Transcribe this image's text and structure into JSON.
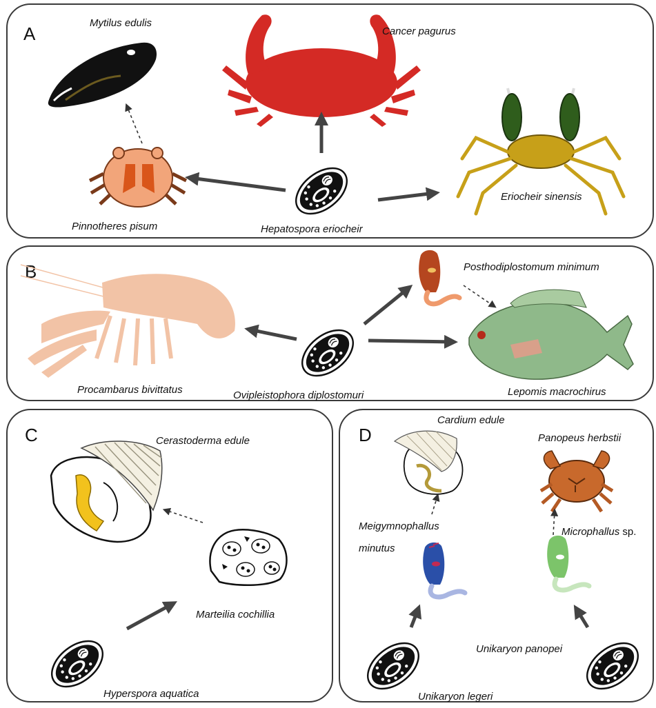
{
  "panels": {
    "A": {
      "letter": "A",
      "parasite": "Hepatospora eriocheir",
      "hosts": [
        "Mytilus edulis",
        "Cancer pagurus",
        "Pinnotheres pisum",
        "Eriocheir sinensis"
      ]
    },
    "B": {
      "letter": "B",
      "parasite": "Ovipleistophora diplostomuri",
      "hosts": [
        "Procambarus bivittatus",
        "Posthodiplostomum minimum",
        "Lepomis macrochirus"
      ]
    },
    "C": {
      "letter": "C",
      "parasite": "Hyperspora aquatica",
      "hosts": [
        "Cerastoderma edule",
        "Marteilia cochillia"
      ]
    },
    "D": {
      "letter": "D",
      "parasites": [
        "Unikaryon legeri",
        "Unikaryon panopei"
      ],
      "hosts": [
        "Cardium edule",
        "Panopeus herbstii",
        "Meigymnophallus",
        "minutus",
        "Microphallus"
      ],
      "suffix": " sp."
    }
  },
  "colors": {
    "border": "#3a3a3a",
    "arrow": "#444444",
    "mussel": "#111111",
    "crab_red": "#d42a25",
    "pea_crab": "#f2a57a",
    "mitten_crab": "#c7a019",
    "claw_green": "#2f5d1c",
    "crayfish": "#f2c3a6",
    "fish": "#8fb98a",
    "trematode_brown": "#b5461f",
    "trematode_blue": "#2a4fa8",
    "trematode_green": "#7cc46a",
    "cockle_yellow": "#f2c21d",
    "panopeus": "#c8692c"
  }
}
